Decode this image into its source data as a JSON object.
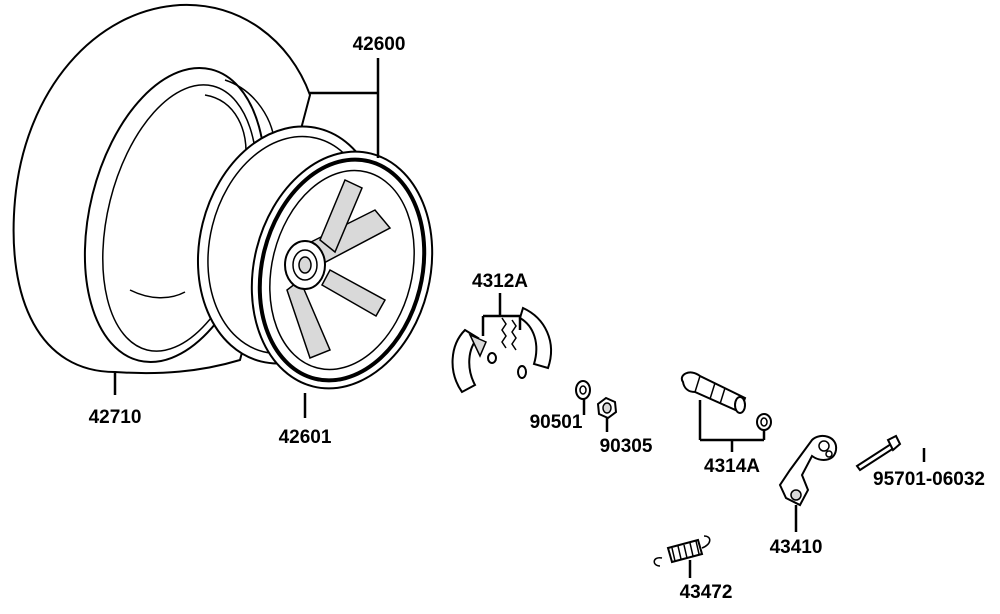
{
  "diagram": {
    "labels": {
      "p42600": "42600",
      "p42710": "42710",
      "p42601": "42601",
      "p4312A": "4312A",
      "p90501": "90501",
      "p90305": "90305",
      "p4314A": "4314A",
      "p95701": "95701-06032",
      "p43410": "43410",
      "p43472": "43472"
    }
  }
}
